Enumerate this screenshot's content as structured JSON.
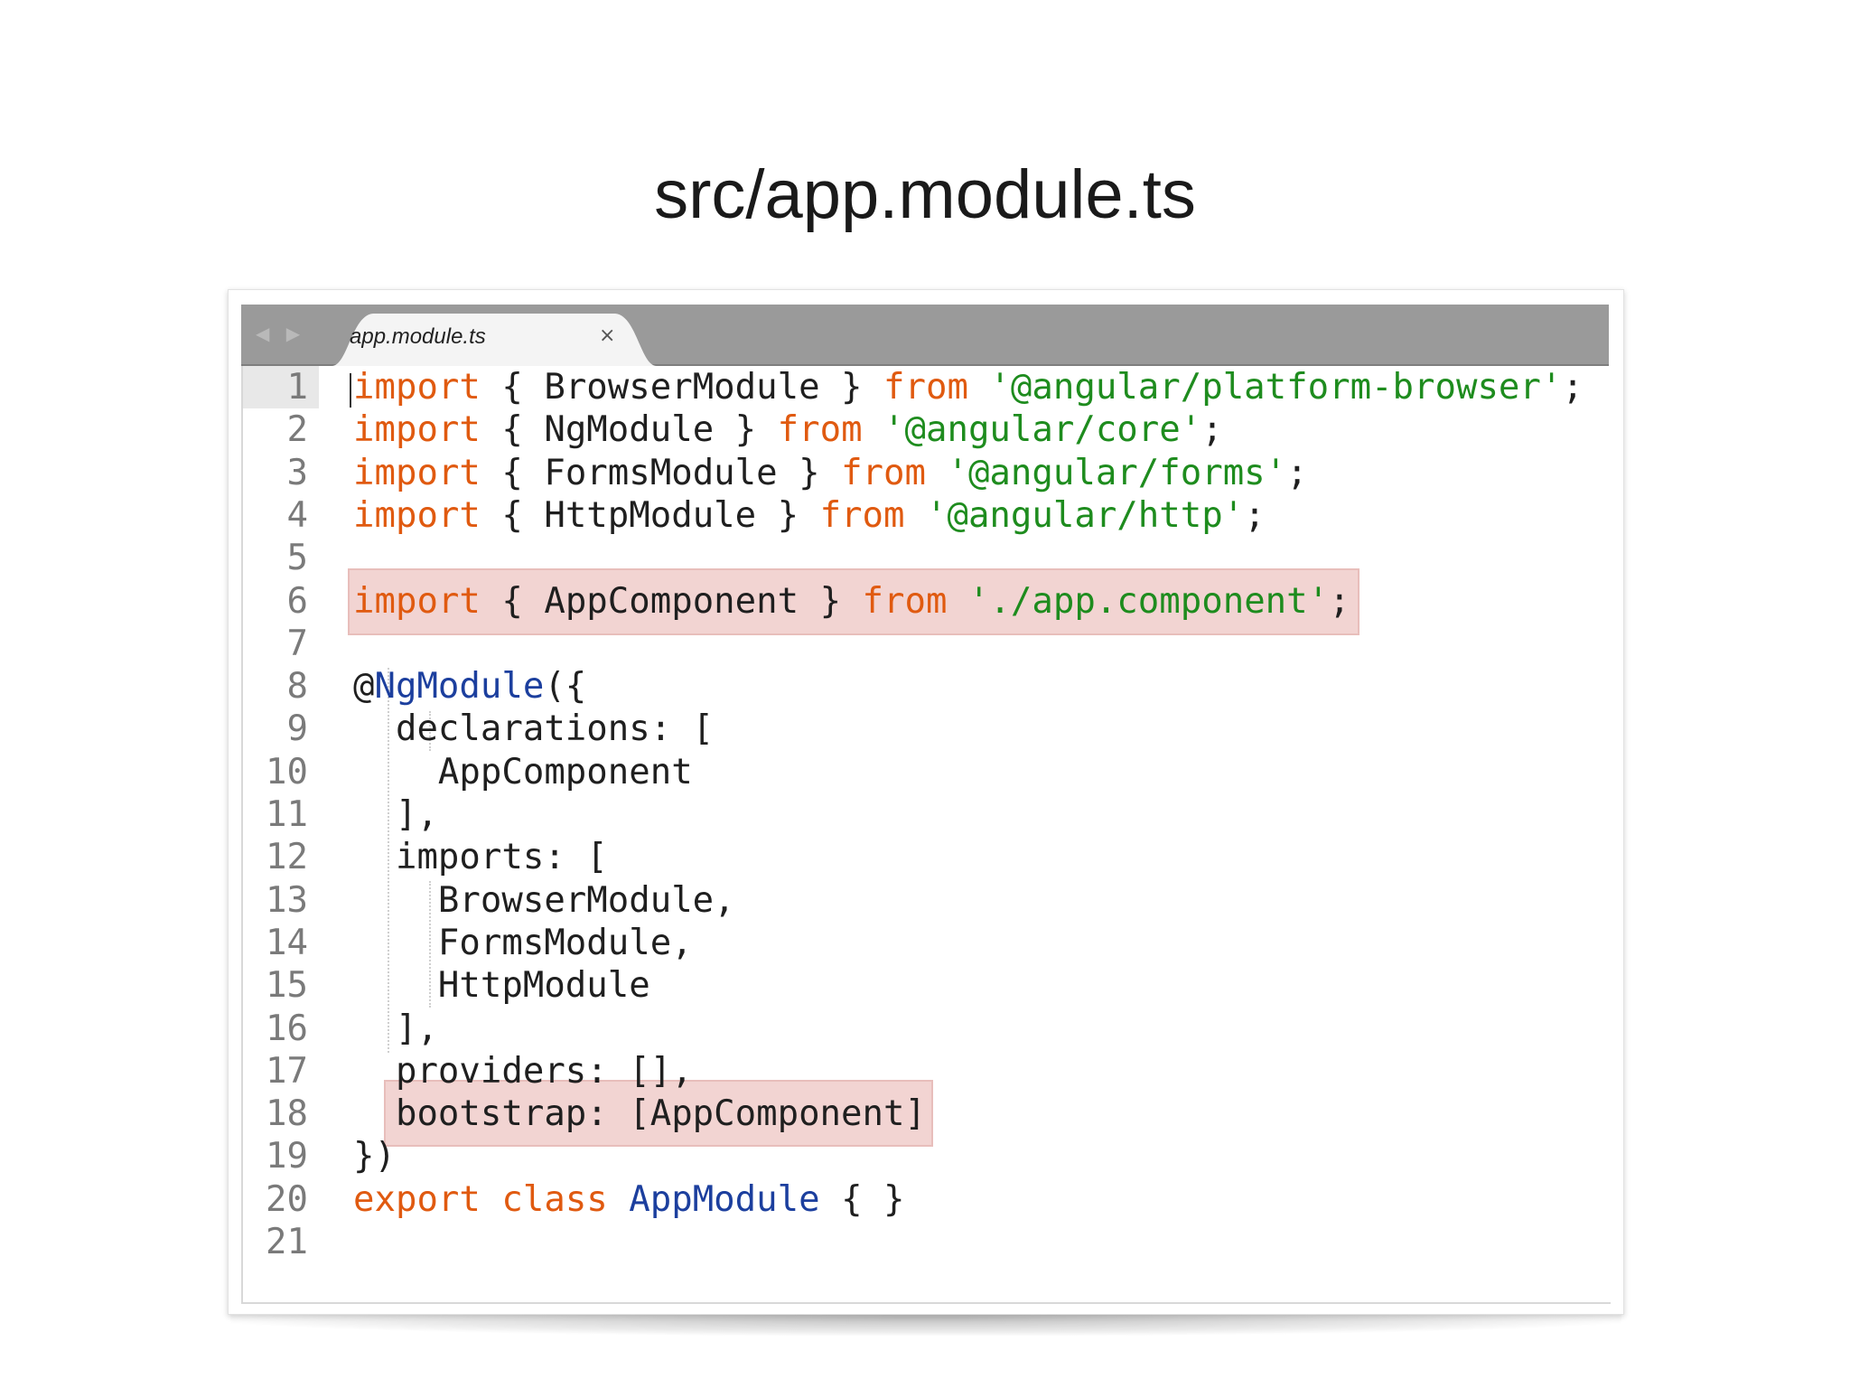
{
  "slide": {
    "title": "src/app.module.ts"
  },
  "tabbar": {
    "nav_arrows": "◀ ▶",
    "tab_label": "app.module.ts",
    "close_symbol": "×"
  },
  "colors": {
    "keyword": "#e05a10",
    "string": "#1e8c1e",
    "type": "#1c3f9e",
    "highlight": "#f2d4d2"
  },
  "highlighted_lines": [
    6,
    18
  ],
  "code": {
    "lines": [
      {
        "num": "1",
        "tokens": [
          [
            "kw",
            "import"
          ],
          [
            "",
            "{ BrowserModule } "
          ],
          [
            "kw",
            "from"
          ],
          [
            "",
            ""
          ],
          [
            "str",
            " '@angular/platform-browser'"
          ],
          [
            "",
            ";"
          ]
        ]
      },
      {
        "num": "2",
        "tokens": [
          [
            "kw",
            "import"
          ],
          [
            "",
            "{ NgModule } "
          ],
          [
            "kw",
            "from"
          ],
          [
            "str",
            " '@angular/core'"
          ],
          [
            "",
            ";"
          ]
        ]
      },
      {
        "num": "3",
        "tokens": [
          [
            "kw",
            "import"
          ],
          [
            "",
            "{ FormsModule } "
          ],
          [
            "kw",
            "from"
          ],
          [
            "str",
            " '@angular/forms'"
          ],
          [
            "",
            ";"
          ]
        ]
      },
      {
        "num": "4",
        "tokens": [
          [
            "kw",
            "import"
          ],
          [
            "",
            "{ HttpModule } "
          ],
          [
            "kw",
            "from"
          ],
          [
            "str",
            " '@angular/http'"
          ],
          [
            "",
            ";"
          ]
        ]
      },
      {
        "num": "5",
        "tokens": []
      },
      {
        "num": "6",
        "tokens": [
          [
            "kw",
            "import"
          ],
          [
            "",
            "{ AppComponent } "
          ],
          [
            "kw",
            "from"
          ],
          [
            "str",
            " './app.component'"
          ],
          [
            "",
            ";"
          ]
        ]
      },
      {
        "num": "7",
        "tokens": []
      },
      {
        "num": "8",
        "tokens": [
          [
            "",
            "@"
          ],
          [
            "typ",
            "NgModule"
          ],
          [
            "",
            "({"
          ]
        ]
      },
      {
        "num": "9",
        "tokens": [
          [
            "",
            "  declarations: ["
          ]
        ]
      },
      {
        "num": "10",
        "tokens": [
          [
            "",
            "    AppComponent"
          ]
        ]
      },
      {
        "num": "11",
        "tokens": [
          [
            "",
            "  ],"
          ]
        ]
      },
      {
        "num": "12",
        "tokens": [
          [
            "",
            "  imports: ["
          ]
        ]
      },
      {
        "num": "13",
        "tokens": [
          [
            "",
            "    BrowserModule,"
          ]
        ]
      },
      {
        "num": "14",
        "tokens": [
          [
            "",
            "    FormsModule,"
          ]
        ]
      },
      {
        "num": "15",
        "tokens": [
          [
            "",
            "    HttpModule"
          ]
        ]
      },
      {
        "num": "16",
        "tokens": [
          [
            "",
            "  ],"
          ]
        ]
      },
      {
        "num": "17",
        "tokens": [
          [
            "",
            "  providers: [],"
          ]
        ]
      },
      {
        "num": "18",
        "tokens": [
          [
            "",
            "  bootstrap: [AppComponent]"
          ]
        ]
      },
      {
        "num": "19",
        "tokens": [
          [
            "",
            "})"
          ]
        ]
      },
      {
        "num": "20",
        "tokens": [
          [
            "kw",
            "export"
          ],
          [
            "",
            " "
          ],
          [
            "kw",
            "class"
          ],
          [
            "",
            " "
          ],
          [
            "typ",
            "AppModule"
          ],
          [
            "",
            " { }"
          ]
        ]
      },
      {
        "num": "21",
        "tokens": []
      }
    ]
  }
}
